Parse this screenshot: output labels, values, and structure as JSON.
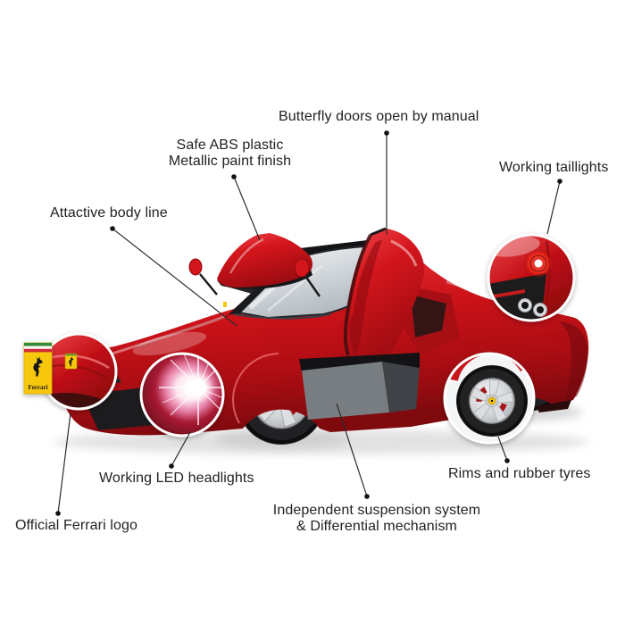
{
  "callouts": {
    "butterfly_doors": "Butterfly doors open by manual",
    "safe_abs_line1": "Safe ABS plastic",
    "safe_abs_line2": "Metallic paint finish",
    "taillights": "Working taillights",
    "body_line": "Attactive body line",
    "headlights": "Working LED headlights",
    "ferrari_logo": "Official Ferrari logo",
    "rims": "Rims and rubber tyres",
    "suspension_line1": "Independent suspension system",
    "suspension_line2": "& Differential mechanism"
  },
  "badge": {
    "brand_text": "Ferrari"
  },
  "colors": {
    "background": "#ffffff",
    "label_text": "#222222",
    "ferrari_red": "#cc1219",
    "body_highlight": "#f0565c",
    "body_shadow": "#7e0a0e",
    "badge_yellow": "#f6c70b",
    "stripe_green": "#2e8b3a",
    "stripe_red": "#ce2b37",
    "rim_silver": "#d3d6d9",
    "hub_yellow": "#f2c60c",
    "taillight_glow": "#ff5a3a",
    "callout_line": "#2b2b2b"
  }
}
